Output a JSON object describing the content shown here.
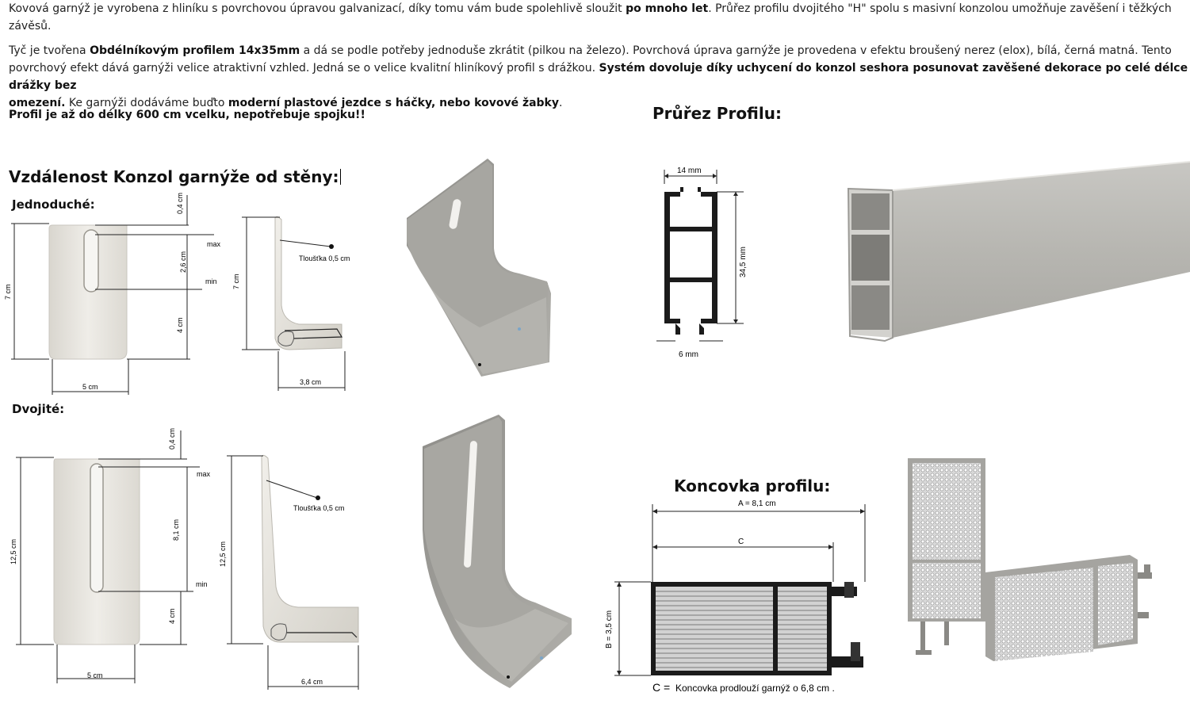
{
  "intro": {
    "p1": {
      "t1": "Kovová garnýž je vyrobena z hliníku s povrchovou úpravou galvanizací, díky tomu vám bude spolehlivě sloužit ",
      "b1": "po mnoho let",
      "t2": ". Průřez profilu dvojitého \"H\" spolu s masivní konzolou umožňuje zavěšení i těžkých",
      "t3": "závěsů."
    },
    "p2": {
      "t1": " Tyč je tvořena ",
      "b1": "Obdélníkovým profilem 14x35mm",
      "t2": " a dá se podle potřeby jednoduše zkrátit (pilkou na železo). Povrchová úprava garnýže je provedena v efektu broušený nerez (elox), bílá, černá matná. Tento",
      "t3": "povrchový efekt dává garnýži velice atraktivní vzhled. Jedná se o velice kvalitní hliníkový profil s drážkou. ",
      "b2": "Systém dovoluje díky uchycení do konzol seshora posunovat zavěšené dekorace po celé délce drážky bez",
      "b3": "omezení.",
      "t4": " Ke garnýži dodáváme buďto ",
      "b4": "moderní plastové jezdce s háčky, nebo kovové žabky",
      "t5": "."
    },
    "length_note": "Profil je až do délky 600 cm vcelku, nepotřebuje spojku!!"
  },
  "headings": {
    "distance": "Vzdálenost Konzol garnýže od stěny:",
    "profile": "Průřez Profilu:",
    "endcap": "Koncovka profilu:",
    "single": "Jednoduché:",
    "double": "Dvojité:"
  },
  "single_bracket": {
    "top_gap": "0,4 cm",
    "max": "max",
    "min": "min",
    "slot": "2,6 cm",
    "lower": "4 cm",
    "height": "7 cm",
    "width": "5 cm",
    "thickness": "Tloušťka 0,5 cm",
    "side_height": "7 cm",
    "depth": "3,8 cm"
  },
  "double_bracket": {
    "top_gap": "0,4 cm",
    "max": "max",
    "min": "min",
    "slot": "8,1 cm",
    "lower": "4 cm",
    "height": "12,5 cm",
    "width": "5 cm",
    "thickness": "Tloušťka 0,5 cm",
    "side_height": "12,5 cm",
    "depth": "6,4 cm"
  },
  "profile_section": {
    "width": "14 mm",
    "height": "34,5 mm",
    "slot": "6 mm"
  },
  "endcap": {
    "a_label": "A = 8,1 cm",
    "c_label": "C",
    "b_label": "B = 3,5 cm",
    "note_c": "C =",
    "note_text": "Koncovka prodlouží garnýž o 6,8 cm ."
  },
  "colors": {
    "metal_light": "#e9e7e2",
    "metal_grey": "#a9a8a3",
    "metal_dark": "#8e8d89",
    "profile_black": "#1b1b1b",
    "crystal": "#c9c9c9"
  }
}
